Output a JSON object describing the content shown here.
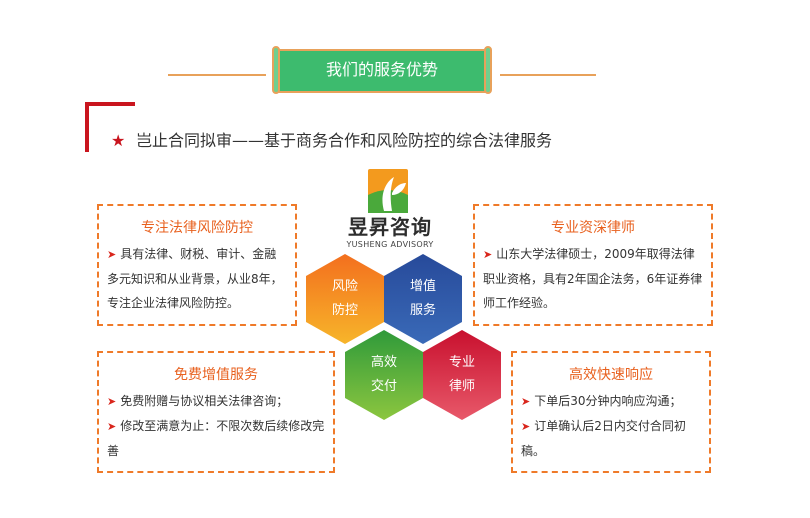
{
  "banner": {
    "title": "我们的服务优势"
  },
  "subtitle": {
    "star": "★",
    "text": "岂止合同拟审——基于商务合作和风险防控的综合法律服务"
  },
  "logo": {
    "name": "昱昇咨询",
    "name_en": "YUSHENG ADVISORY"
  },
  "boxes": {
    "top_left": {
      "title": "专注法律风险防控",
      "items": [
        "具有法律、财税、审计、金融多元知识和从业背景，从业8年，专注企业法律风险防控。"
      ]
    },
    "top_right": {
      "title": "专业资深律师",
      "items": [
        "山东大学法律硕士，2009年取得法律职业资格，具有2年国企法务，6年证券律师工作经验。"
      ]
    },
    "bottom_left": {
      "title": "免费增值服务",
      "items": [
        "免费附赠与协议相关法律咨询；",
        "修改至满意为止：不限次数后续修改完善"
      ]
    },
    "bottom_right": {
      "title": "高效快速响应",
      "items": [
        "下单后30分钟内响应沟通；",
        "订单确认后2日内交付合同初稿。"
      ]
    }
  },
  "hexes": {
    "risk": {
      "line1": "风险",
      "line2": "防控"
    },
    "value": {
      "line1": "增值",
      "line2": "服务"
    },
    "deliver": {
      "line1": "高效",
      "line2": "交付"
    },
    "lawyer": {
      "line1": "专业",
      "line2": "律师"
    }
  },
  "colors": {
    "banner": "#3dbb6e",
    "accent_orange": "#ef7a29",
    "accent_red": "#c9151e",
    "hex_orange": "#f39a1e",
    "hex_blue": "#2f57a6",
    "hex_green": "#4aa93b",
    "hex_red": "#d8283c"
  },
  "icons": {
    "bullet": "arrowhead-bullet-icon",
    "logo": "sprout-logo-icon",
    "star": "star-icon"
  }
}
